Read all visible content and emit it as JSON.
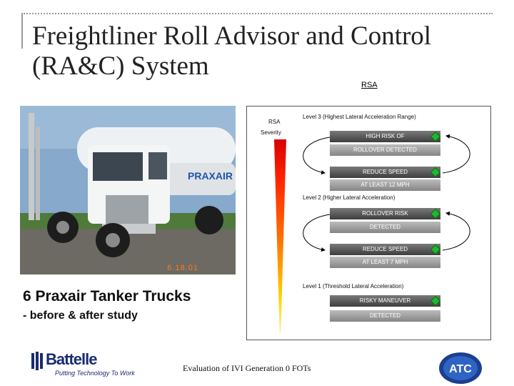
{
  "title_line1": "Freightliner Roll Advisor and Control",
  "title_line2": "(RA&C) System",
  "rsa_heading": "RSA",
  "photo": {
    "date_stamp": "6.18.01",
    "truck_brand": "PRAXAIR"
  },
  "caption": {
    "line1": "6 Praxair Tanker Trucks",
    "line2": "- before & after study"
  },
  "panel": {
    "rsa_label": "RSA",
    "severity_label": "Severity",
    "level3": "Level 3    (Highest Lateral Acceleration Range)",
    "level2": "Level 2    (Higher Lateral Acceleration)",
    "level1": "Level 1    (Threshold Lateral Acceleration)",
    "bars": {
      "high_risk": "HIGH RISK OF",
      "rollover_detected": "ROLLOVER DETECTED",
      "reduce_speed_12": "REDUCE SPEED",
      "at_least_12": "AT LEAST 12 MPH",
      "rollover_risk": "ROLLOVER RISK",
      "detected": "DETECTED",
      "reduce_speed_7": "REDUCE SPEED",
      "at_least_7": "AT LEAST 7 MPH",
      "risky_maneuver": "RISKY MANEUVER",
      "detected_l1": "DETECTED"
    },
    "indicator_color": "#1fb82e"
  },
  "footer_text": "Evaluation of IVI Generation 0 FOTs",
  "logos": {
    "battelle_name": "Battelle",
    "battelle_tagline": "Putting Technology To Work",
    "atc_text": "ATC"
  }
}
